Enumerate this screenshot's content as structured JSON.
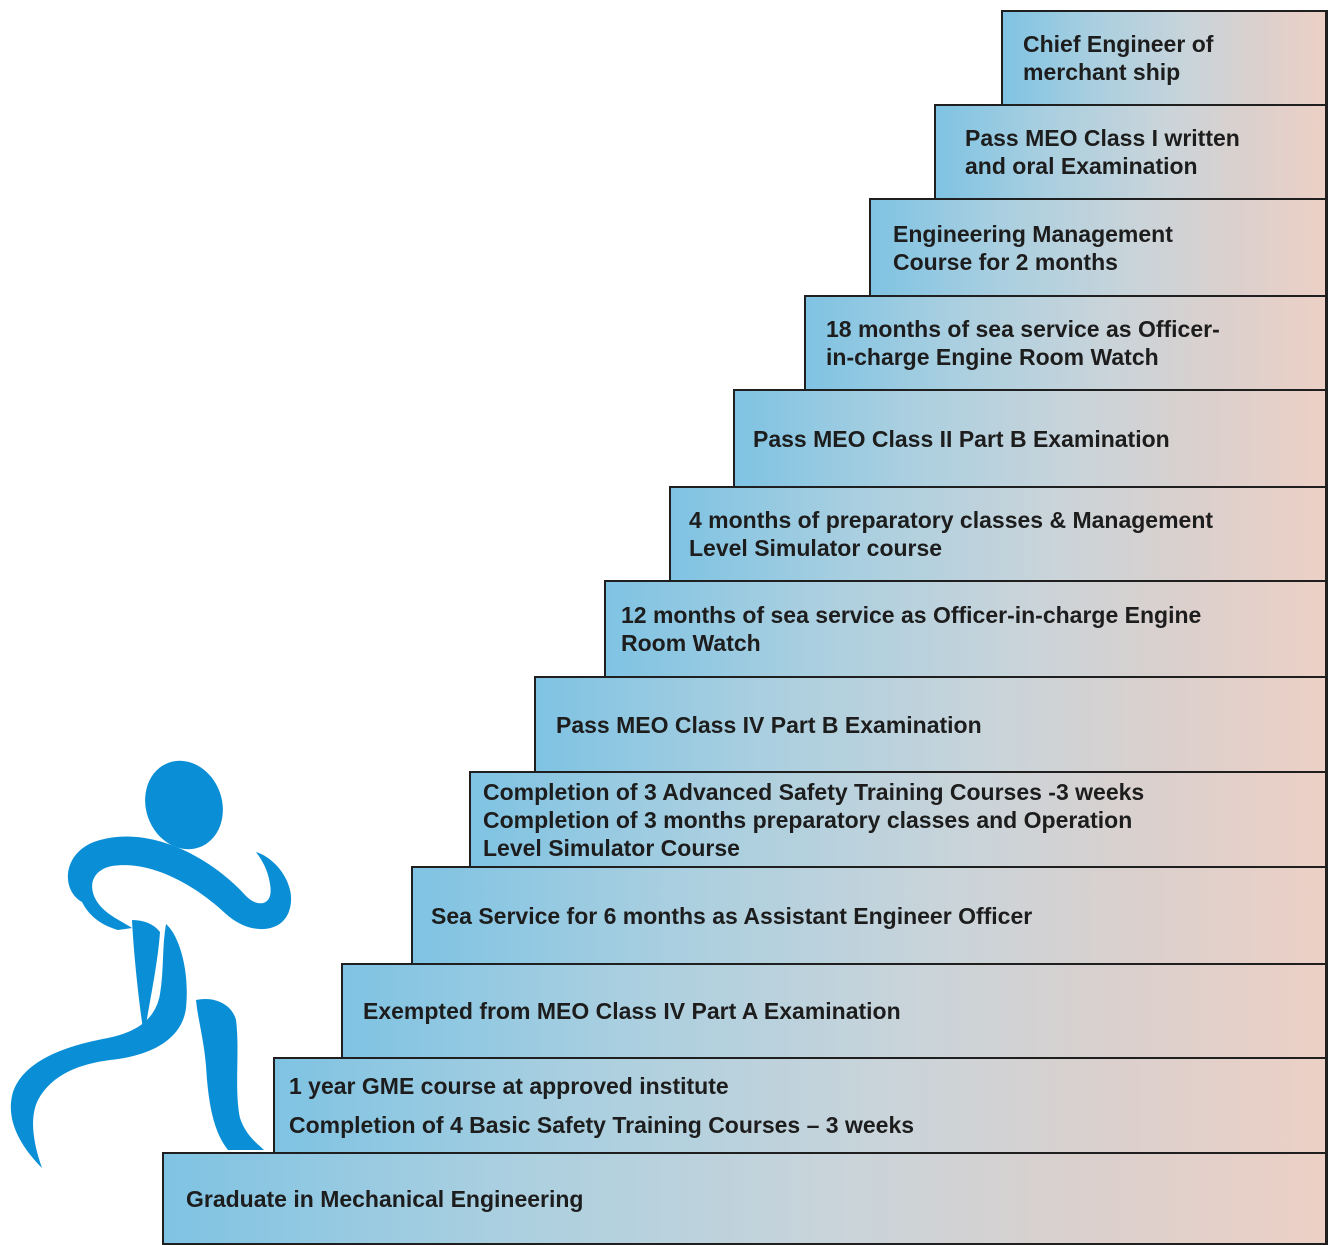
{
  "steps": [
    {
      "lines": [
        "Chief Engineer of",
        "merchant ship"
      ]
    },
    {
      "lines": [
        "Pass MEO Class I written",
        "and oral Examination"
      ]
    },
    {
      "lines": [
        "Engineering Management",
        "Course for 2 months"
      ]
    },
    {
      "lines": [
        "18 months of sea service as Officer-",
        "in-charge Engine Room Watch"
      ]
    },
    {
      "lines": [
        "Pass MEO Class II Part B Examination"
      ]
    },
    {
      "lines": [
        "4 months of preparatory classes & Management",
        "Level Simulator course"
      ]
    },
    {
      "lines": [
        "12 months of sea service as Officer-in-charge Engine",
        "Room Watch"
      ]
    },
    {
      "lines": [
        "Pass MEO Class IV Part B Examination"
      ]
    },
    {
      "lines": [
        "Completion of 3 Advanced Safety Training Courses -3 weeks",
        "Completion of 3 months preparatory classes and Operation",
        "Level Simulator Course"
      ]
    },
    {
      "lines": [
        "Sea Service for 6 months as Assistant Engineer Officer"
      ]
    },
    {
      "lines": [
        "Exempted from MEO Class IV Part A Examination"
      ]
    },
    {
      "lines": [
        "1 year GME course at approved institute",
        "Completion of 4 Basic Safety Training Courses – 3 weeks"
      ]
    },
    {
      "lines": [
        "Graduate in Mechanical Engineering"
      ]
    }
  ],
  "colors": {
    "figure": "#0a8fd6",
    "step_border": "#1f1f1f",
    "gradient_start": "#7fc3e3",
    "gradient_end": "#ecd0c6"
  },
  "figure_icon": "climbing-person-icon"
}
